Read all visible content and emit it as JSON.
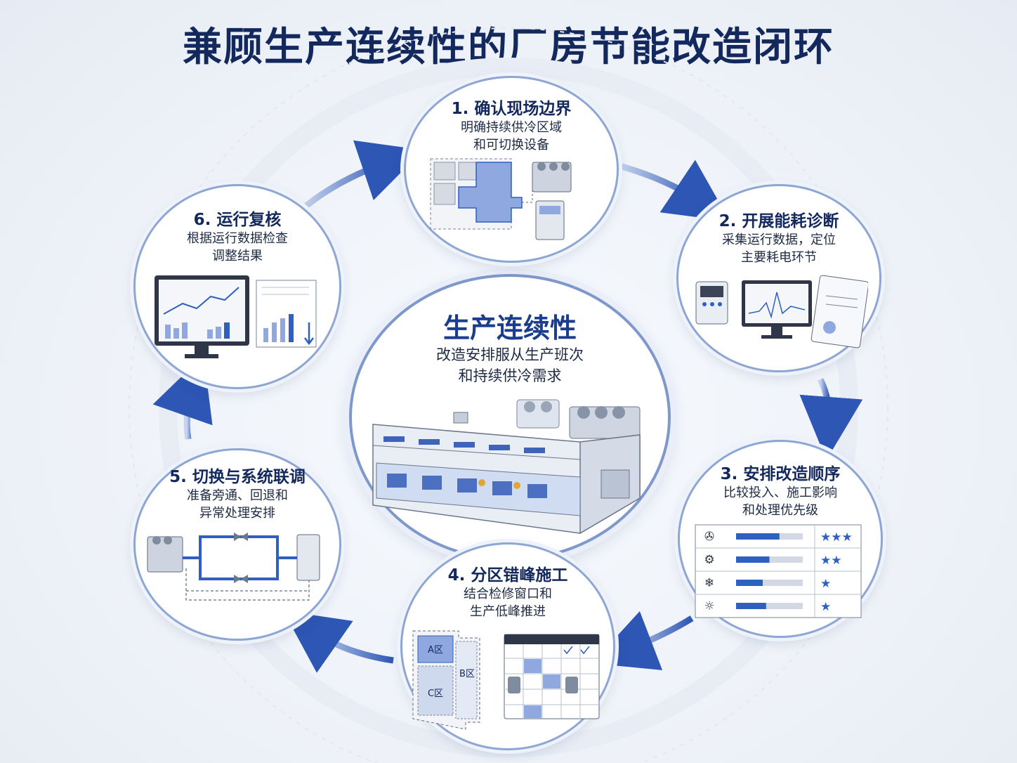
{
  "title": "兼顾生产连续性的厂房节能改造闭环",
  "center": {
    "title": "生产连续性",
    "desc_line1": "改造安排服从生产班次",
    "desc_line2": "和持续供冷需求"
  },
  "steps": [
    {
      "title": "1. 确认现场边界",
      "line1": "明确持续供冷区域",
      "line2": "和可切换设备"
    },
    {
      "title": "2. 开展能耗诊断",
      "line1": "采集运行数据，定位",
      "line2": "主要耗电环节"
    },
    {
      "title": "3. 安排改造顺序",
      "line1": "比较投入、施工影响",
      "line2": "和处理优先级"
    },
    {
      "title": "4. 分区错峰施工",
      "line1": "结合检修窗口和",
      "line2": "生产低峰推进",
      "zones": [
        "A区",
        "B区",
        "C区"
      ]
    },
    {
      "title": "5. 切换与系统联调",
      "line1": "准备旁通、回退和",
      "line2": "异常处理安排"
    },
    {
      "title": "6. 运行复核",
      "line1": "根据运行数据检查",
      "line2": "调整结果"
    }
  ],
  "priority_table": {
    "rows": [
      {
        "icon": "fan-icon",
        "level": 0.65,
        "stars": "★★★"
      },
      {
        "icon": "motor-icon",
        "level": 0.5,
        "stars": "★★"
      },
      {
        "icon": "snowflake-icon",
        "level": 0.4,
        "stars": "★"
      },
      {
        "icon": "lightbulb-icon",
        "level": 0.45,
        "stars": "★"
      }
    ]
  },
  "colors": {
    "title": "#13285c",
    "accent": "#2f5fbf",
    "arrow": "#2d56b5",
    "fill_light": "#8fa9e0",
    "border": "#8ea6d4"
  }
}
